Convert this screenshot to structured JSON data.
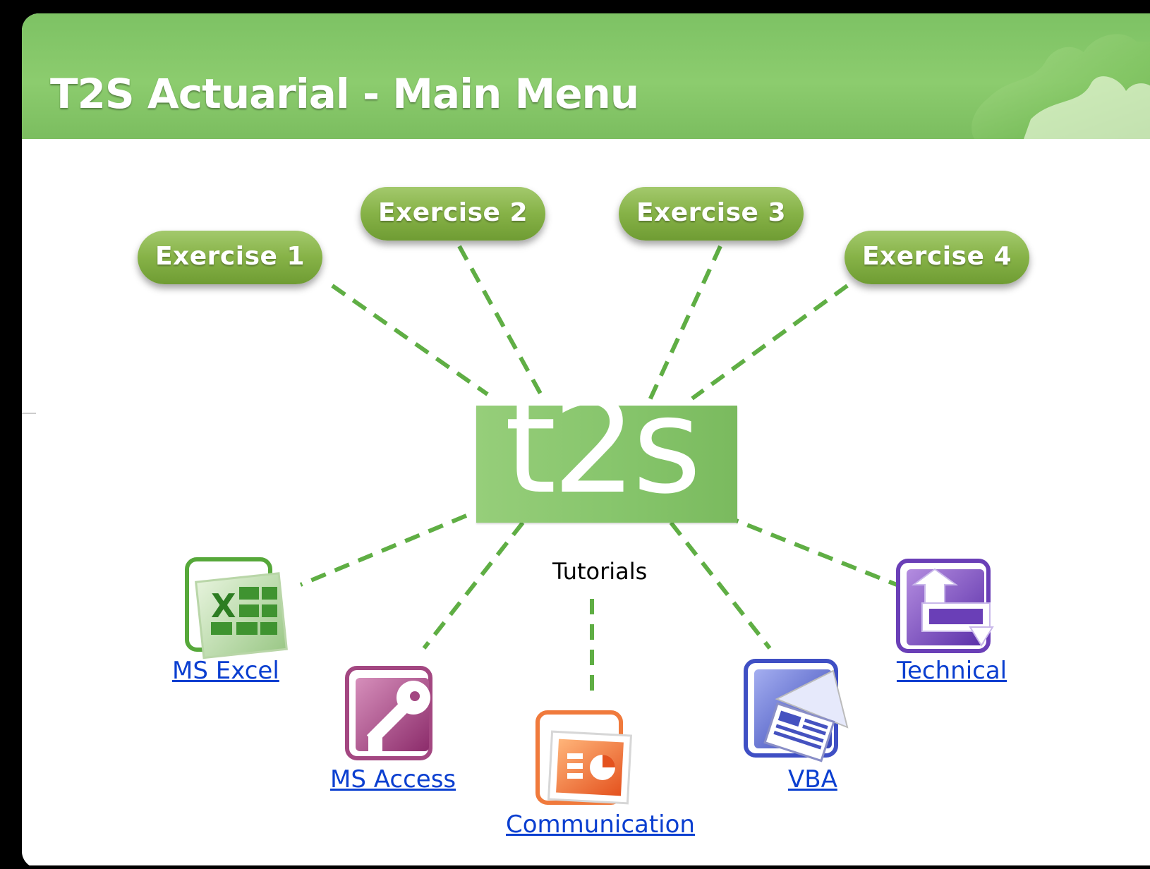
{
  "header": {
    "title": "T2S Actuarial - Main Menu"
  },
  "exercises": [
    {
      "label": "Exercise 1"
    },
    {
      "label": "Exercise 2"
    },
    {
      "label": "Exercise 3"
    },
    {
      "label": "Exercise 4"
    }
  ],
  "logo": {
    "text": "t2s"
  },
  "tutorials": {
    "label": "Tutorials",
    "links": [
      {
        "label": "MS Excel",
        "icon": "excel-icon"
      },
      {
        "label": "MS Access",
        "icon": "access-icon"
      },
      {
        "label": "Communication",
        "icon": "powerpoint-icon"
      },
      {
        "label": "VBA",
        "icon": "publisher-icon"
      },
      {
        "label": "Technical",
        "icon": "infopath-icon"
      }
    ]
  },
  "colors": {
    "header_green": "#85c469",
    "button_green": "#86b247",
    "dash_green": "#5fae44",
    "link_blue": "#0b3fd0"
  }
}
